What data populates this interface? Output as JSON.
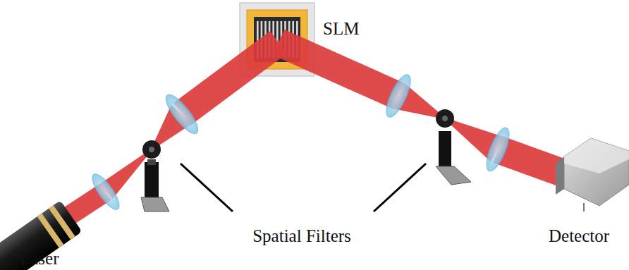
{
  "diagram": {
    "labels": [
      "SLM",
      "Spatial Filters",
      "Laser",
      "Detector"
    ]
  }
}
